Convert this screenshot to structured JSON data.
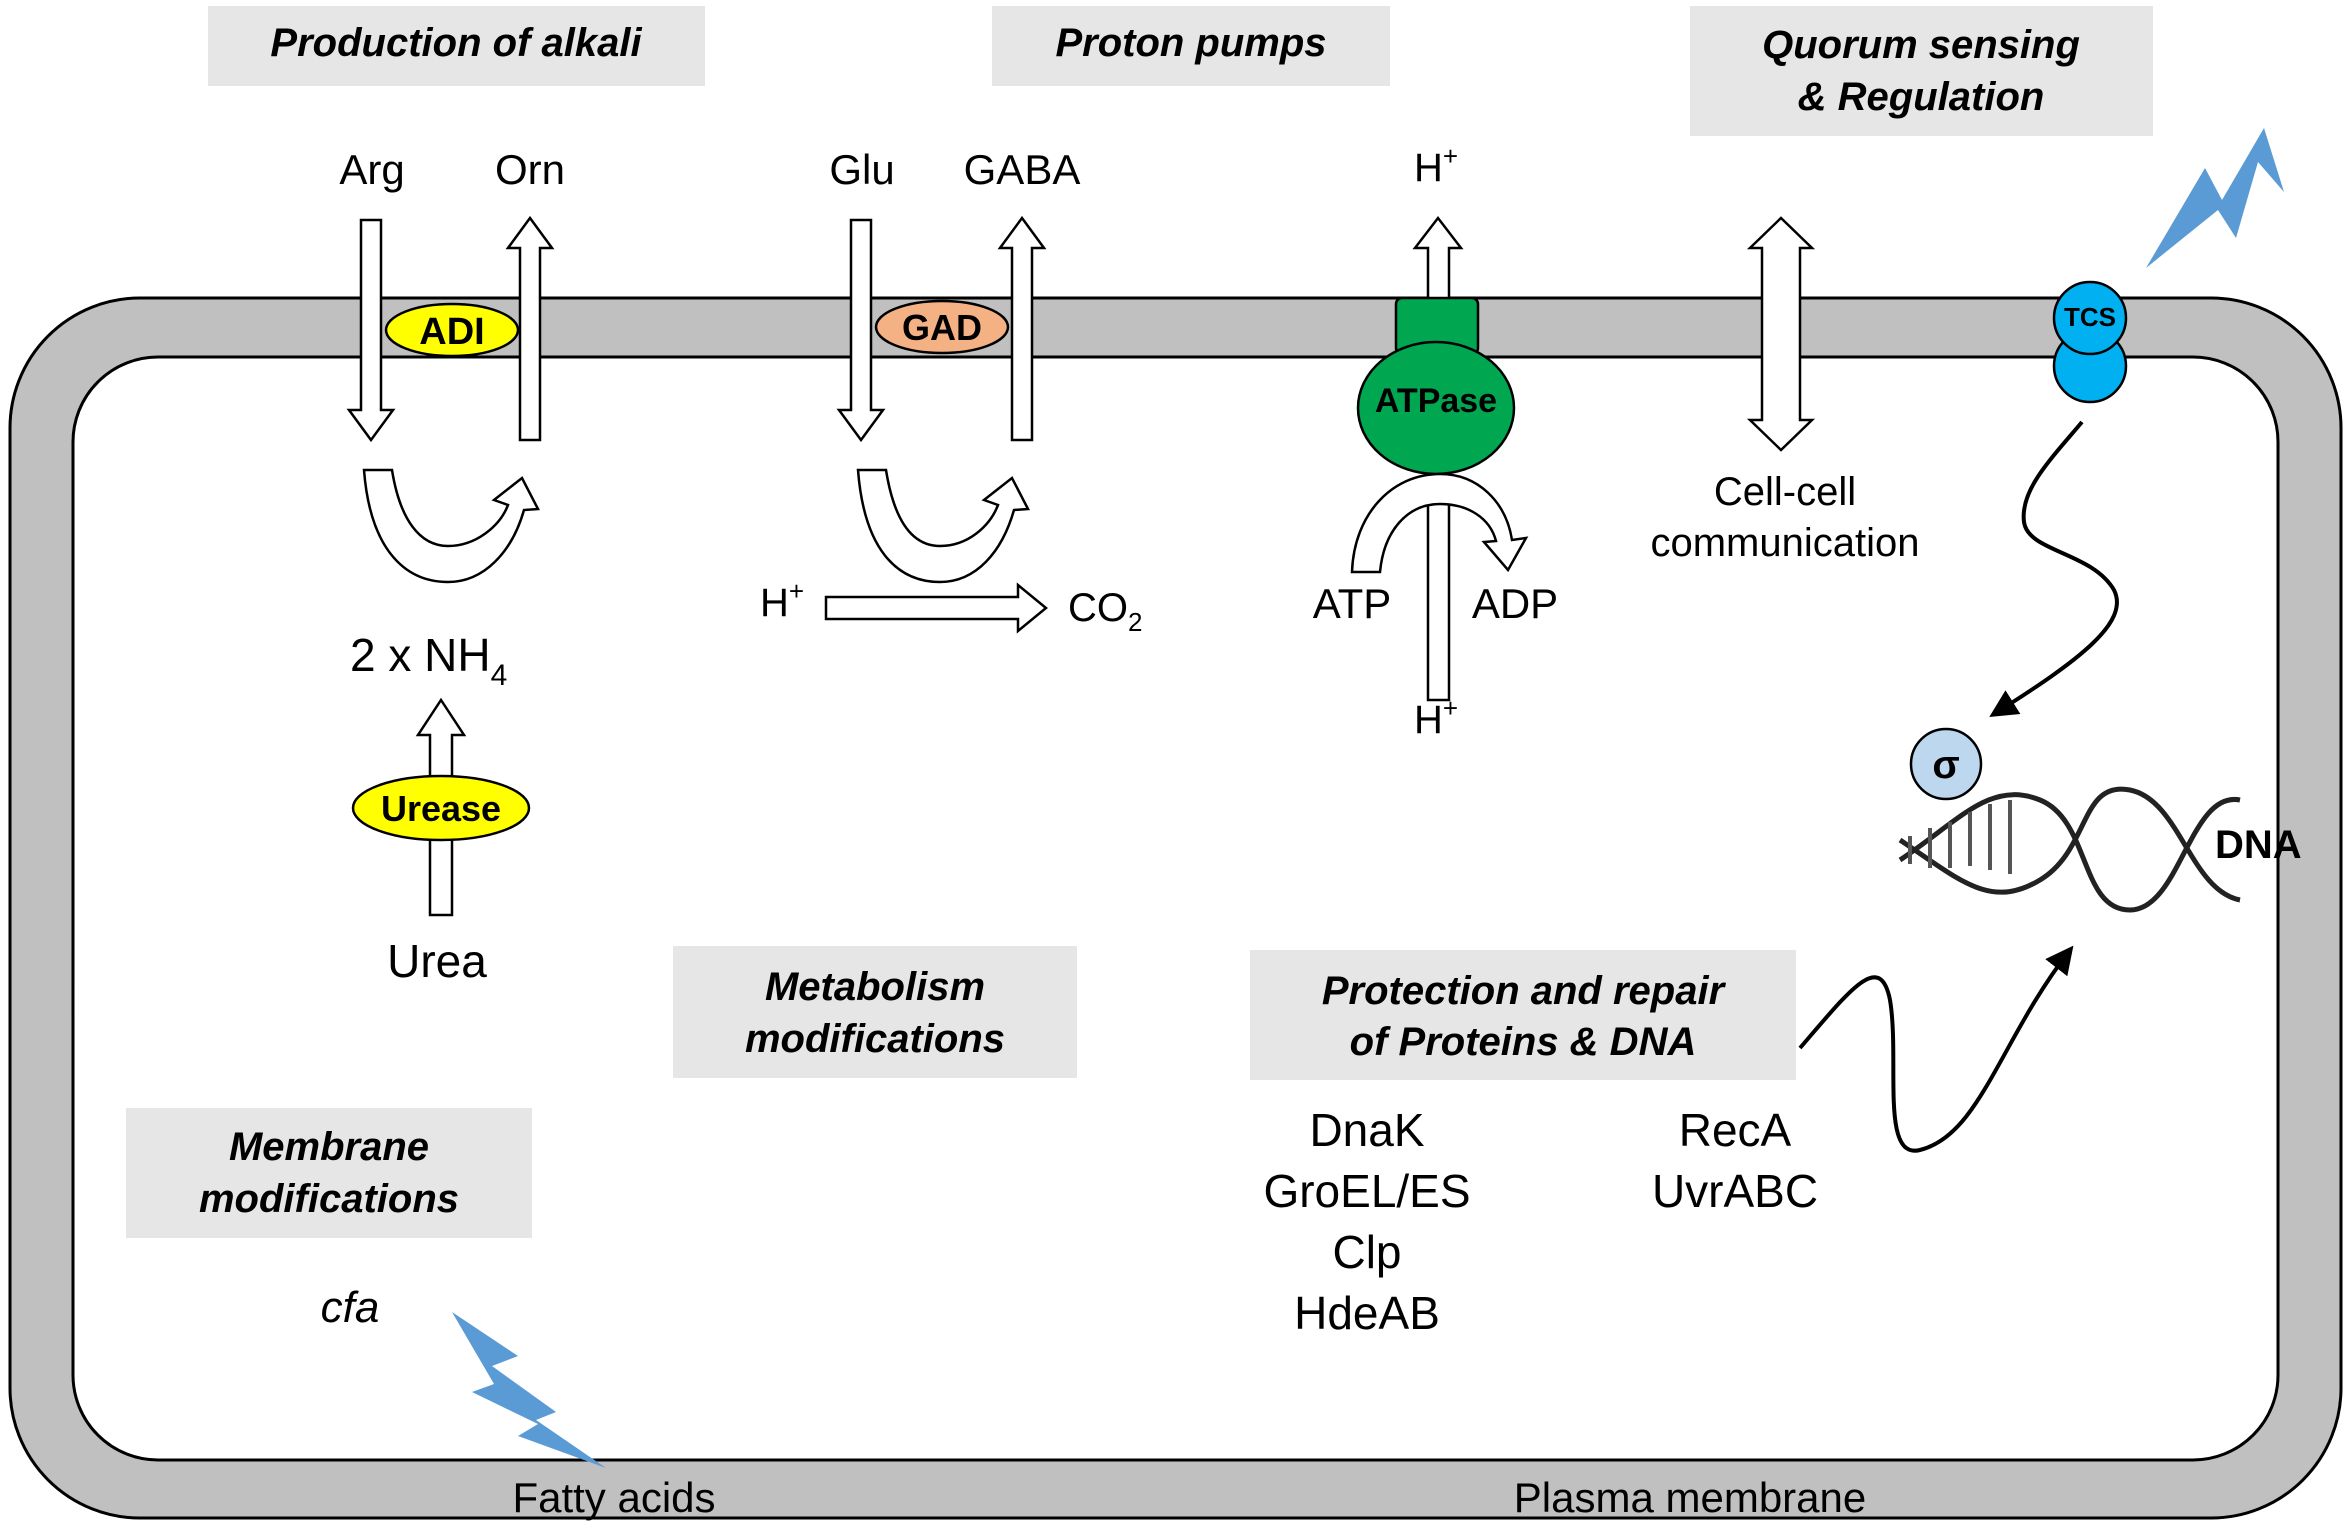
{
  "categories": {
    "alkali": "Production of alkali",
    "pumps": "Proton pumps",
    "quorum_line1": "Quorum sensing",
    "quorum_line2": "& Regulation",
    "metabolism_line1": "Metabolism",
    "metabolism_line2": "modifications",
    "membrane_line1": "Membrane",
    "membrane_line2": "modifications",
    "protection_line1": "Protection and repair",
    "protection_line2": "of Proteins & DNA"
  },
  "alkali": {
    "arg": "Arg",
    "orn": "Orn",
    "adi": "ADI",
    "nh4_text": "2 x NH",
    "nh4_sub": "4",
    "urease": "Urease",
    "urea": "Urea"
  },
  "gad_system": {
    "glu": "Glu",
    "gaba": "GABA",
    "gad": "GAD",
    "h": "H",
    "h_sup": "+",
    "co2_text": "CO",
    "co2_sub": "2"
  },
  "atpase": {
    "h_top": "H",
    "h_bottom": "H",
    "h_sup": "+",
    "label": "ATPase",
    "atp": "ATP",
    "adp": "ADP"
  },
  "quorum": {
    "cell_line1": "Cell-cell",
    "cell_line2": "communication",
    "tcs": "TCS",
    "sigma": "σ",
    "dna": "DNA"
  },
  "protection": {
    "chaperones": [
      "DnaK",
      "GroEL/ES",
      "Clp",
      "HdeAB"
    ],
    "repair": [
      "RecA",
      "UvrABC"
    ]
  },
  "membrane": {
    "cfa": "cfa",
    "fatty_acids": "Fatty acids",
    "plasma_membrane": "Plasma membrane"
  },
  "colors": {
    "membrane": "#c0c0c0",
    "label_box": "#e6e6e6",
    "adi": "#ffff00",
    "gad": "#f4b183",
    "urease": "#ffff00",
    "atpase": "#00a650",
    "tcs": "#00b0f0",
    "sigma": "#bdd7ee",
    "lightning": "#5b9bd5"
  }
}
